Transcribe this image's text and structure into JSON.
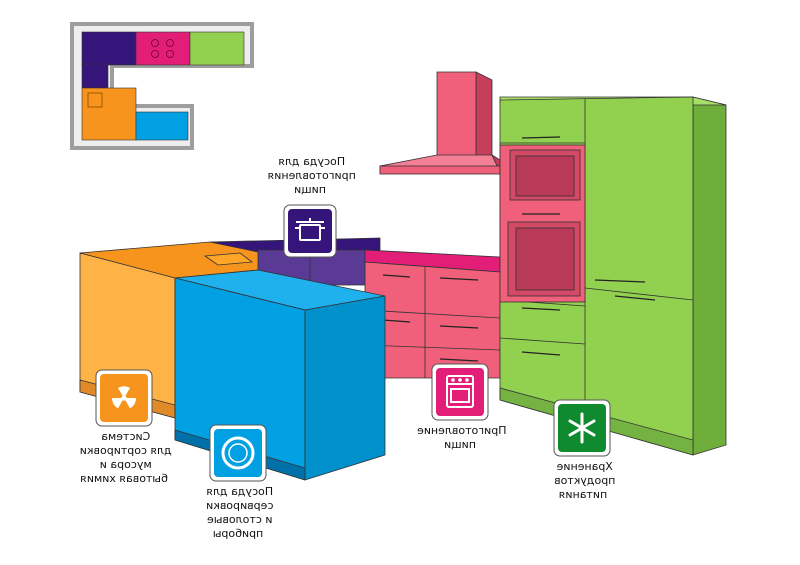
{
  "colors": {
    "orange": "#f7941d",
    "orange_light": "#ffb347",
    "blue": "#00a0e3",
    "purple": "#35157a",
    "pink": "#f0607a",
    "green": "#92d050",
    "magenta": "#e21e78",
    "dark_green": "#0f8a2e"
  },
  "zones": [
    {
      "id": "storage",
      "color": "green",
      "icon": "snowflake-icon",
      "lines": [
        "Хранение",
        "продуктов",
        "питания"
      ]
    },
    {
      "id": "cooking",
      "color": "magenta",
      "icon": "stove-icon",
      "lines": [
        "Приготовление",
        "пищи"
      ]
    },
    {
      "id": "cookware",
      "color": "purple",
      "icon": "pot-icon",
      "lines": [
        "Посуда для",
        "приготовления",
        "пищи"
      ]
    },
    {
      "id": "tableware",
      "color": "blue",
      "icon": "plate-icon",
      "lines": [
        "Посуда для",
        "сервировки",
        "и столовые",
        "приборы"
      ]
    },
    {
      "id": "waste",
      "color": "orange",
      "icon": "recycle-icon",
      "lines": [
        "Система",
        "для сортировки",
        "мусора и",
        "бытовая химия"
      ]
    }
  ]
}
